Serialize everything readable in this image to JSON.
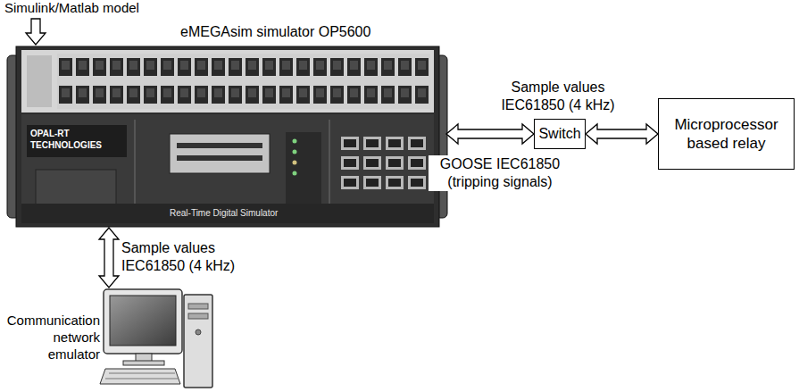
{
  "diagram": {
    "nodes": [
      {
        "text": [
          "Simulink/Matlab model"
        ]
      },
      {
        "text": [
          "eMEGAsim simulator OP5600"
        ]
      },
      {
        "text": [
          "Switch"
        ]
      },
      {
        "text": [
          "Microprocessor based relay"
        ]
      },
      {
        "text": [
          "Communication network emulator"
        ]
      }
    ],
    "edges": [
      {
        "from": 0,
        "to": 1,
        "arrow": "to"
      },
      {
        "from": 1,
        "to": 2,
        "arrow": "both",
        "label": "Sample values IEC61850 (4 kHz)"
      },
      {
        "from": 2,
        "to": 3,
        "arrow": "both"
      },
      {
        "from": 1,
        "to": 4,
        "arrow": "both",
        "label": "Sample values IEC61850 (4 kHz)"
      }
    ],
    "labels": [
      "GOOSE IEC61850 (tripping signals)",
      "OPAL-RT TECHNOLOGIES",
      "Real-Time Digital Simulator"
    ]
  }
}
